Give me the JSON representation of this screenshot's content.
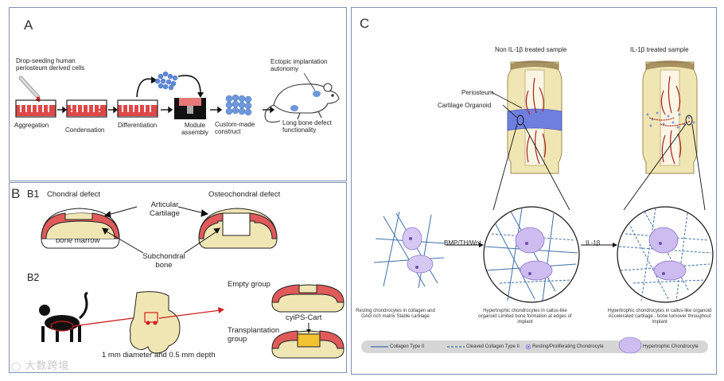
{
  "panelA": {
    "letter": "A",
    "drop_label": "Drop-seeding human periosteum derived cells",
    "steps": [
      "Aggregation",
      "Condensation",
      "Differentiation",
      "Module assembly",
      "Custom-made construct",
      "Long bone defect functionality"
    ],
    "ectopic_label": "Ectopic implantation autonomy"
  },
  "panelB": {
    "letter": "B",
    "b1": "B1",
    "chondral": "Chondral defect",
    "osteochondral": "Osteochondral defect",
    "articular": "Articular Cartilage",
    "bone_marrow": "bone marrow",
    "subchondral": "Subchondral bone",
    "b2": "B2",
    "empty_group": "Empty group",
    "cyips": "cyiPS-Cart",
    "transplant": "Transplantation group",
    "dims": "1 mm diameter and 0.5 mm depth"
  },
  "panelC": {
    "letter": "C",
    "non_il": "Non IL-1β treated sample",
    "il": "IL-1β treated sample",
    "periosteum": "Periosteum",
    "cartilage_organoid": "Cartilage Organoid",
    "bmp": "BMP/TH/Wnt",
    "il1b": "IL-1β",
    "caption1": "Resting chondrocytes in collagen and GAG rich matrix Stable cartilage",
    "caption2": "Hypertrophic chondrocytes in callus-like organoid Limited bone formation at edges of implant",
    "caption3": "Hypertrophic chondrocytes in callus-like organoid Accelerated cartilage - bone turnover throughout implant",
    "legend": [
      "Collagen Type II",
      "Cleaved Collagen Type II",
      "Resting/Proliferating Chondrocyte",
      "Hypertrophic Chondrocyte"
    ]
  },
  "watermark": "大数跨境",
  "colors": {
    "border": "#7d8fb0",
    "cartilage_red": "#e05a5a",
    "bone_cream": "#f0e6b4",
    "organoid_blue": "#6f7fe0",
    "vessel_red": "#a82020",
    "cell_purple": "#cdbcf0",
    "collagen_blue": "#3f6fa8",
    "well_red": "#e04848"
  }
}
